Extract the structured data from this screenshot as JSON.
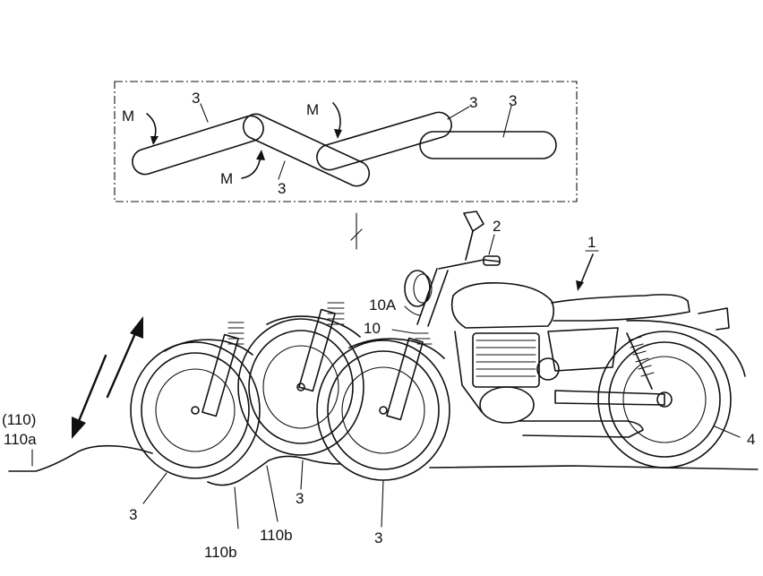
{
  "labels": {
    "M_upper_left": "M",
    "M_upper_mid": "M",
    "M_lower": "M",
    "three_inset_1": "3",
    "three_inset_2": "3",
    "three_inset_3": "3",
    "three_inset_4": "3",
    "bike": "1",
    "handle": "2",
    "fork_top": "10A",
    "fork": "10",
    "rear_wheel": "4",
    "ground_ref": "(110)",
    "ground_surface": "110a",
    "bump_1": "110b",
    "bump_2": "110b",
    "wheel_1": "3",
    "wheel_2": "3",
    "wheel_3": "3"
  }
}
